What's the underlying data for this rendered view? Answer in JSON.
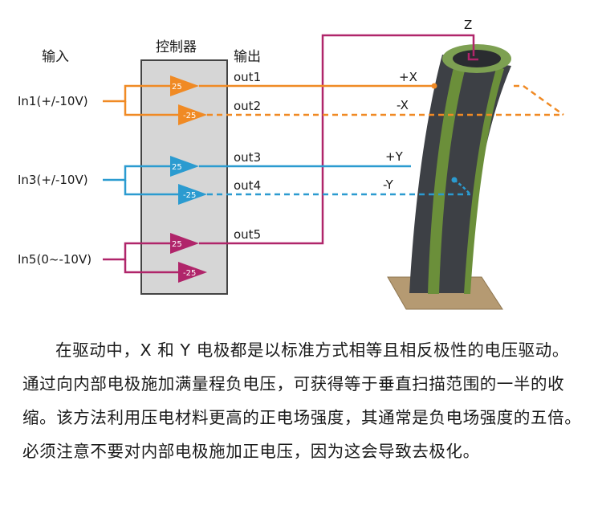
{
  "diagram": {
    "label_input": "输入",
    "label_controller": "控制器",
    "label_output": "输出",
    "inputs": [
      "In1(+/-10V)",
      "In3(+/-10V)",
      "In5(0~-10V)"
    ],
    "outputs": [
      "out1",
      "out2",
      "out3",
      "out4",
      "out5"
    ],
    "amp_gains": [
      "25",
      "-25",
      "25",
      "-25",
      "25",
      "-25"
    ],
    "electrodes": [
      "+X",
      "-X",
      "+Y",
      "-Y",
      "Z"
    ],
    "colors": {
      "x_channel": "#f08a24",
      "y_channel": "#2b9bd0",
      "z_channel": "#b0256a",
      "controller_box": "#d6d6d6",
      "tube_body": "#3d4045",
      "tube_electrode": "#6b8f3a",
      "base": "#b59a72"
    }
  },
  "paragraph": "在驱动中，X 和 Y 电极都是以标准方式相等且相反极性的电压驱动。通过向内部电极施加满量程负电压，可获得等于垂直扫描范围的一半的收缩。该方法利用压电材料更高的正电场强度，其通常是负电场强度的五倍。必须注意不要对内部电极施加正电压，因为这会导致去极化。"
}
